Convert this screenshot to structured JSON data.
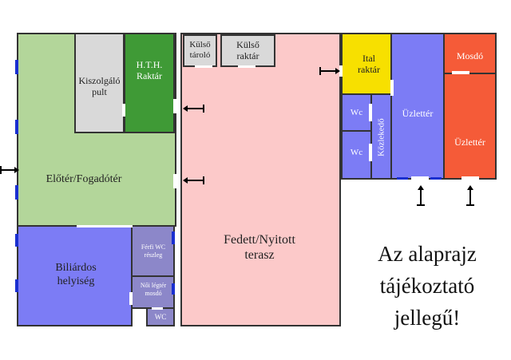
{
  "colors": {
    "green": "#b3d69a",
    "gray": "#d9d9d9",
    "dark_green": "#3f9a36",
    "blue": "#7c7cf5",
    "purple_gray": "#8c87c9",
    "pink": "#fcc9c9",
    "yellow": "#f7e000",
    "orange_red": "#f55b38",
    "window": "#1a2fd0"
  },
  "rooms": {
    "kiszolgalo_pult": "Kiszolgáló\npult",
    "hth_raktar": "H.T.H.\nRaktár",
    "eloter": "Előtér/Fogadótér",
    "biliardos": "Biliárdos\nhelyiség",
    "ferfi_wc": "Férfi WC\nrészleg",
    "noi_legter": "Női légtér\nmosdó",
    "wc_small": "WC",
    "kulso_tarolo": "Külső\ntároló",
    "kulso_raktar": "Külső\nraktár",
    "terasz": "Fedett/Nyitott\nterasz",
    "ital_raktar": "Ital\nraktár",
    "wc_1": "Wc",
    "wc_2": "Wc",
    "kozlekedo": "Közlekedő",
    "uzletter_1": "Üzlettér",
    "mosdo": "Mosdó",
    "uzletter_2": "Üzlettér"
  },
  "note": "Az alaprajz\ntájékoztató\njellegű!",
  "icons": {
    "entrance_left": "entrance-arrow-icon",
    "entrance_terrace": "entrance-arrow-icon",
    "entrance_up": "entrance-arrow-icon"
  }
}
